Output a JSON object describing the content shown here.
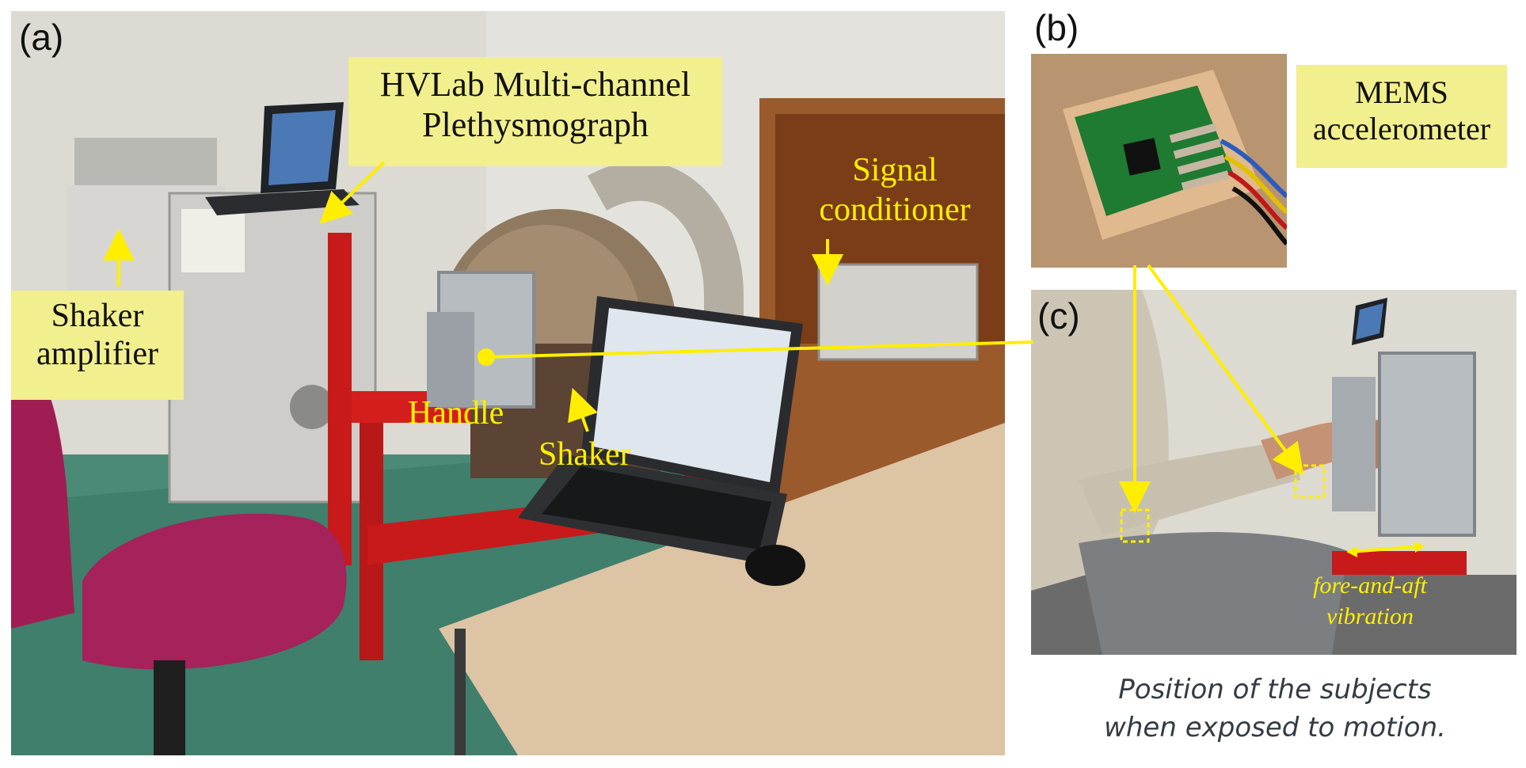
{
  "panels": {
    "a": {
      "letter": "(a)",
      "labels": {
        "plethysmograph": "HVLab Multi-channel Plethysmograph",
        "shaker_amplifier": "Shaker amplifier",
        "signal_conditioner": "Signal conditioner",
        "handle": "Handle",
        "shaker": "Shaker"
      }
    },
    "b": {
      "letter": "(b)",
      "labels": {
        "mems": "MEMS accelerometer"
      }
    },
    "c": {
      "letter": "(c)",
      "labels": {
        "vibration": "fore-and-aft vibration"
      }
    }
  },
  "caption": "Position of the subjects when exposed to motion.",
  "colors": {
    "annotation_yellow": "#ffee00",
    "label_bg": "#f2ef8e"
  }
}
